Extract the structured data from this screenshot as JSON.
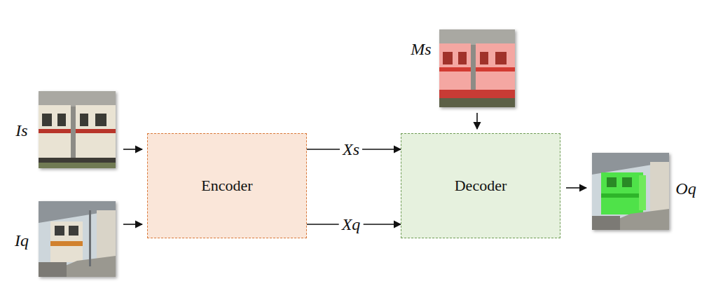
{
  "diagram": {
    "nodes": [
      {
        "text": [
          "Encoder"
        ]
      },
      {
        "text": [
          "Decoder"
        ]
      }
    ],
    "edges": [
      {
        "from": 0,
        "to": 1,
        "arrow": "to",
        "label": "Xs"
      },
      {
        "from": 0,
        "to": 1,
        "arrow": "to",
        "label": "Xq"
      }
    ],
    "labels": [
      "Is",
      "Iq",
      "Ms",
      "Oq"
    ]
  }
}
